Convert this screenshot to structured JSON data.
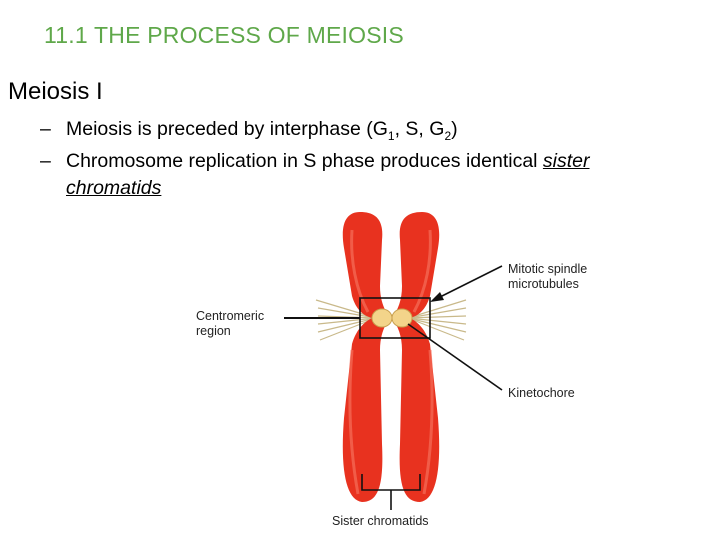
{
  "slide": {
    "title": "11.1 THE PROCESS OF MEIOSIS",
    "heading": "Meiosis I",
    "bullets": [
      {
        "dash": "–",
        "text_main": "Meiosis is preceded by interphase (G",
        "sub1": "1",
        "mid": ", S, G",
        "sub2": "2",
        "end": ")"
      },
      {
        "dash": "–",
        "text_main": "Chromosome replication in S phase produces identical ",
        "underlined_1": "sister",
        "underlined_2": "chromatids"
      }
    ]
  },
  "figure": {
    "labels": {
      "centromeric_line1": "Centromeric",
      "centromeric_line2": "region",
      "spindle_line1": "Mitotic spindle",
      "spindle_line2": "microtubules",
      "kinetochore": "Kinetochore",
      "sister_chromatids": "Sister chromatids"
    },
    "colors": {
      "chromatid": "#e8321f",
      "chromatid_dark": "#b81d10",
      "kinetochore": "#f3d48a",
      "title_green": "#5fa84a"
    }
  }
}
